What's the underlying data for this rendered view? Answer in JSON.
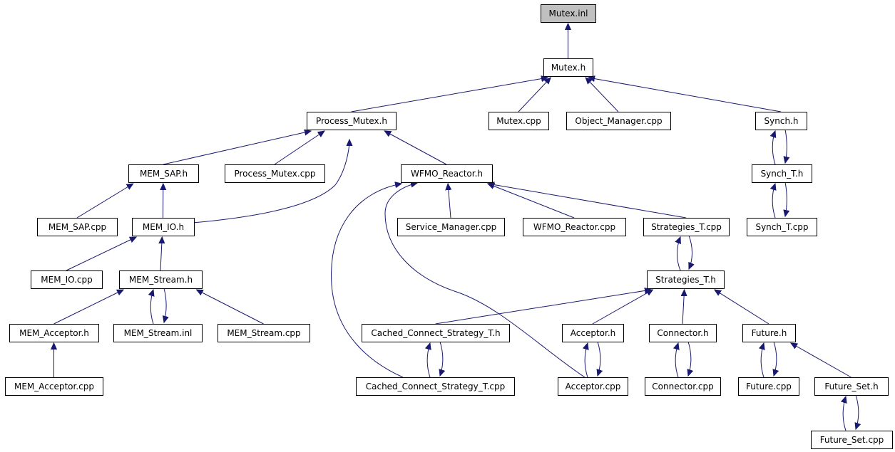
{
  "diagram": {
    "type": "include-dependency-graph",
    "colors": {
      "edge": "#191970",
      "root_fill": "#c0c0c0",
      "node_fill": "#ffffff",
      "border": "#000000"
    },
    "nodes": [
      {
        "id": "mutex_inl",
        "label": "Mutex.inl",
        "root": true
      },
      {
        "id": "mutex_h",
        "label": "Mutex.h"
      },
      {
        "id": "process_mutex_h",
        "label": "Process_Mutex.h"
      },
      {
        "id": "mutex_cpp",
        "label": "Mutex.cpp"
      },
      {
        "id": "object_manager_cpp",
        "label": "Object_Manager.cpp"
      },
      {
        "id": "synch_h",
        "label": "Synch.h"
      },
      {
        "id": "mem_sap_h",
        "label": "MEM_SAP.h"
      },
      {
        "id": "process_mutex_cpp",
        "label": "Process_Mutex.cpp"
      },
      {
        "id": "wfmo_reactor_h",
        "label": "WFMO_Reactor.h"
      },
      {
        "id": "synch_t_h",
        "label": "Synch_T.h"
      },
      {
        "id": "mem_sap_cpp",
        "label": "MEM_SAP.cpp"
      },
      {
        "id": "mem_io_h",
        "label": "MEM_IO.h"
      },
      {
        "id": "service_manager_cpp",
        "label": "Service_Manager.cpp"
      },
      {
        "id": "wfmo_reactor_cpp",
        "label": "WFMO_Reactor.cpp"
      },
      {
        "id": "strategies_t_cpp",
        "label": "Strategies_T.cpp"
      },
      {
        "id": "synch_t_cpp",
        "label": "Synch_T.cpp"
      },
      {
        "id": "mem_io_cpp",
        "label": "MEM_IO.cpp"
      },
      {
        "id": "mem_stream_h",
        "label": "MEM_Stream.h"
      },
      {
        "id": "strategies_t_h",
        "label": "Strategies_T.h"
      },
      {
        "id": "mem_acceptor_h",
        "label": "MEM_Acceptor.h"
      },
      {
        "id": "mem_stream_inl",
        "label": "MEM_Stream.inl"
      },
      {
        "id": "mem_stream_cpp",
        "label": "MEM_Stream.cpp"
      },
      {
        "id": "cached_connect_strategy_t_h",
        "label": "Cached_Connect_Strategy_T.h"
      },
      {
        "id": "acceptor_h",
        "label": "Acceptor.h"
      },
      {
        "id": "connector_h",
        "label": "Connector.h"
      },
      {
        "id": "future_h",
        "label": "Future.h"
      },
      {
        "id": "mem_acceptor_cpp",
        "label": "MEM_Acceptor.cpp"
      },
      {
        "id": "cached_connect_strategy_t_cpp",
        "label": "Cached_Connect_Strategy_T.cpp"
      },
      {
        "id": "acceptor_cpp",
        "label": "Acceptor.cpp"
      },
      {
        "id": "connector_cpp",
        "label": "Connector.cpp"
      },
      {
        "id": "future_cpp",
        "label": "Future.cpp"
      },
      {
        "id": "future_set_h",
        "label": "Future_Set.h"
      },
      {
        "id": "future_set_cpp",
        "label": "Future_Set.cpp"
      }
    ],
    "edges": [
      {
        "from": "mutex_h",
        "to": "mutex_inl"
      },
      {
        "from": "process_mutex_h",
        "to": "mutex_h"
      },
      {
        "from": "mutex_cpp",
        "to": "mutex_h"
      },
      {
        "from": "object_manager_cpp",
        "to": "mutex_h"
      },
      {
        "from": "synch_h",
        "to": "mutex_h"
      },
      {
        "from": "mem_sap_h",
        "to": "process_mutex_h"
      },
      {
        "from": "process_mutex_cpp",
        "to": "process_mutex_h"
      },
      {
        "from": "mem_io_h",
        "to": "process_mutex_h"
      },
      {
        "from": "wfmo_reactor_h",
        "to": "process_mutex_h"
      },
      {
        "from": "synch_t_h",
        "to": "synch_h"
      },
      {
        "from": "synch_h",
        "to": "synch_t_h"
      },
      {
        "from": "mem_sap_cpp",
        "to": "mem_sap_h"
      },
      {
        "from": "mem_io_h",
        "to": "mem_sap_h"
      },
      {
        "from": "service_manager_cpp",
        "to": "wfmo_reactor_h"
      },
      {
        "from": "wfmo_reactor_cpp",
        "to": "wfmo_reactor_h"
      },
      {
        "from": "strategies_t_cpp",
        "to": "wfmo_reactor_h"
      },
      {
        "from": "cached_connect_strategy_t_cpp",
        "to": "wfmo_reactor_h"
      },
      {
        "from": "acceptor_cpp",
        "to": "wfmo_reactor_h"
      },
      {
        "from": "synch_t_cpp",
        "to": "synch_t_h"
      },
      {
        "from": "synch_t_h",
        "to": "synch_t_cpp"
      },
      {
        "from": "mem_io_cpp",
        "to": "mem_io_h"
      },
      {
        "from": "mem_stream_h",
        "to": "mem_io_h"
      },
      {
        "from": "strategies_t_h",
        "to": "strategies_t_cpp"
      },
      {
        "from": "strategies_t_cpp",
        "to": "strategies_t_h"
      },
      {
        "from": "mem_acceptor_h",
        "to": "mem_stream_h"
      },
      {
        "from": "mem_stream_inl",
        "to": "mem_stream_h"
      },
      {
        "from": "mem_stream_h",
        "to": "mem_stream_inl"
      },
      {
        "from": "mem_stream_cpp",
        "to": "mem_stream_h"
      },
      {
        "from": "cached_connect_strategy_t_h",
        "to": "strategies_t_h"
      },
      {
        "from": "acceptor_h",
        "to": "strategies_t_h"
      },
      {
        "from": "connector_h",
        "to": "strategies_t_h"
      },
      {
        "from": "future_h",
        "to": "strategies_t_h"
      },
      {
        "from": "mem_acceptor_cpp",
        "to": "mem_acceptor_h"
      },
      {
        "from": "cached_connect_strategy_t_cpp",
        "to": "cached_connect_strategy_t_h"
      },
      {
        "from": "cached_connect_strategy_t_h",
        "to": "cached_connect_strategy_t_cpp"
      },
      {
        "from": "acceptor_cpp",
        "to": "acceptor_h"
      },
      {
        "from": "acceptor_h",
        "to": "acceptor_cpp"
      },
      {
        "from": "connector_cpp",
        "to": "connector_h"
      },
      {
        "from": "connector_h",
        "to": "connector_cpp"
      },
      {
        "from": "future_cpp",
        "to": "future_h"
      },
      {
        "from": "future_h",
        "to": "future_cpp"
      },
      {
        "from": "future_set_h",
        "to": "future_h"
      },
      {
        "from": "future_set_cpp",
        "to": "future_set_h"
      },
      {
        "from": "future_set_h",
        "to": "future_set_cpp"
      }
    ]
  }
}
